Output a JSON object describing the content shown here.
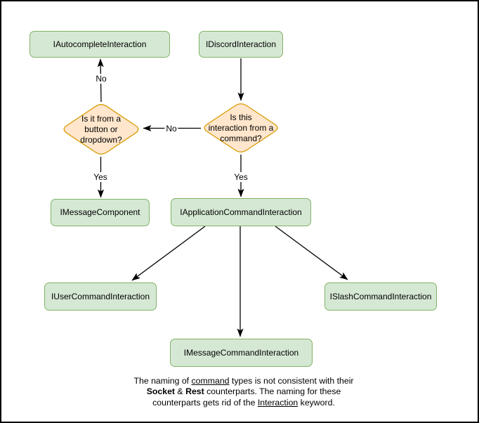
{
  "diagram": {
    "nodes": {
      "autocomplete_interaction": {
        "label": "IAutocompleteInteraction"
      },
      "discord_interaction": {
        "label": "IDiscordInteraction"
      },
      "message_component": {
        "label": "IMessageComponent"
      },
      "application_command_interaction": {
        "label": "IApplicationCommandInteraction"
      },
      "user_command_interaction": {
        "label": "IUserCommandInteraction"
      },
      "slash_command_interaction": {
        "label": "ISlashCommandInteraction"
      },
      "message_command_interaction": {
        "label": "IMessageCommandInteraction"
      }
    },
    "decisions": {
      "from_button_or_dropdown": {
        "label": "Is it from a\nbutton or\ndropdown?"
      },
      "from_command": {
        "label": "Is this\ninteraction from a\ncommand?"
      }
    },
    "edge_labels": {
      "no_to_autocomplete": "No",
      "no_to_button_dropdown": "No",
      "yes_to_message_component": "Yes",
      "yes_to_application_command": "Yes"
    },
    "note": {
      "line1_pre": "The naming of ",
      "line1_underline": "command",
      "line1_post": " types is not consistent with their",
      "line2_bold1": "Socket",
      "line2_amp": " & ",
      "line2_bold2": "Rest",
      "line2_post": " counterparts. The naming for these",
      "line3_pre": "counterparts gets rid of the ",
      "line3_underline": "Interaction",
      "line3_post": " keyword."
    },
    "colors": {
      "node_fill": "#d5e8d4",
      "node_border": "#82b366",
      "decision_fill": "#ffe6cc",
      "decision_border": "#d79b00",
      "arrow": "#000000",
      "text": "#000000",
      "background": "#ffffff",
      "frame": "#000000"
    }
  }
}
